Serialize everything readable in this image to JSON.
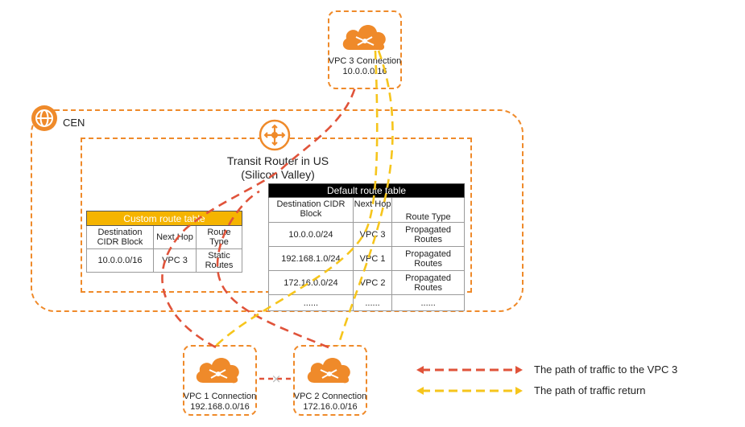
{
  "cen": {
    "label": "CEN"
  },
  "transit_router": {
    "title_line1": "Transit Router in US",
    "title_line2": "(Silicon Valley)"
  },
  "vpc3": {
    "name": "VPC 3 Connection",
    "cidr": "10.0.0.0/16"
  },
  "vpc1": {
    "name": "VPC 1 Connection",
    "cidr": "192.168.0.0/16"
  },
  "vpc2": {
    "name": "VPC 2 Connection",
    "cidr": "172.16.0.0/16"
  },
  "custom_table": {
    "title": "Custom route table",
    "headers": [
      "Destination CIDR Block",
      "Next Hop",
      "Route Type"
    ],
    "rows": [
      [
        "10.0.0.0/16",
        "VPC 3",
        "Static Routes"
      ]
    ]
  },
  "default_table": {
    "title": "Default route table",
    "headers": [
      "Destination CIDR Block",
      "Next Hop",
      "Route Type"
    ],
    "rows": [
      [
        "10.0.0.0/24",
        "VPC 3",
        "Propagated Routes"
      ],
      [
        "192.168.1.0/24",
        "VPC 1",
        "Propagated Routes"
      ],
      [
        "172.16.0.0/24",
        "VPC 2",
        "Propagated Routes"
      ],
      [
        "......",
        "......",
        "......"
      ]
    ]
  },
  "blocked_mark": "×",
  "legend": {
    "to_vpc3": "The path of traffic to the VPC 3",
    "return": "The path of traffic return"
  },
  "colors": {
    "orange": "#ef8a2a",
    "path_to_vpc3": "#e0533a",
    "path_return": "#f6c51c",
    "blocked": "#bdbdbd"
  }
}
